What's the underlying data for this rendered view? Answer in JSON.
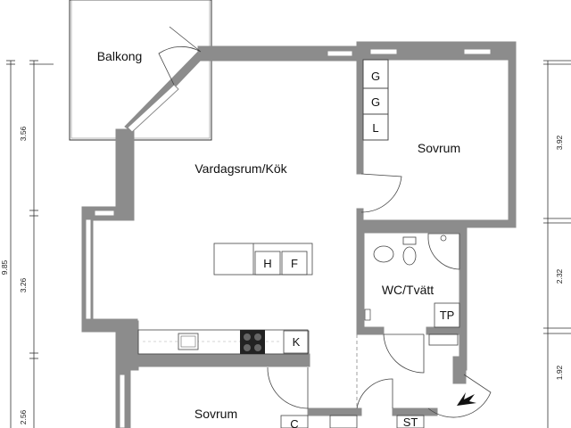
{
  "rooms": {
    "balkong": "Balkong",
    "vardagsrum": "Vardagsrum/Kök",
    "sovrum_1": "Sovrum",
    "sovrum_2": "Sovrum",
    "wc": "WC/Tvätt"
  },
  "fixtures": {
    "g1": "G",
    "g2": "G",
    "l": "L",
    "h": "H",
    "f": "F",
    "k": "K",
    "tp": "TP",
    "st": "ST",
    "partial": "C"
  },
  "dimensions": {
    "left": [
      "3.56",
      "3.26",
      "2.56"
    ],
    "left_total": "9.85",
    "right": [
      "3.92",
      "2.32",
      "1.92"
    ]
  },
  "colors": {
    "wall": "#8c8c8c",
    "line": "#333333",
    "background": "#ffffff"
  }
}
